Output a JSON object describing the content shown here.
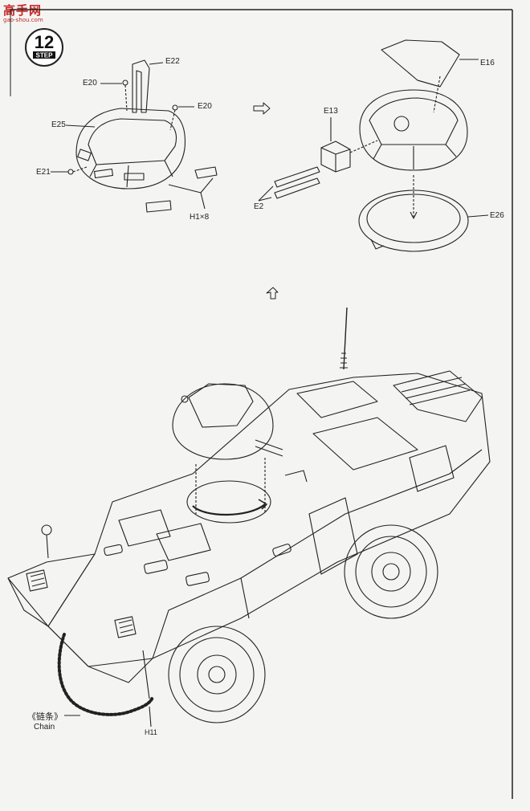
{
  "watermark": {
    "text": "高手网",
    "url": "gao-shou.com"
  },
  "step": {
    "number": "12",
    "label": "STEP"
  },
  "parts": {
    "e22": "E22",
    "e20a": "E20",
    "e20b": "E20",
    "e25": "E25",
    "e21": "E21",
    "h1x8": "H1×8",
    "e16": "E16",
    "e13": "E13",
    "e2": "E2",
    "e26": "E26",
    "h11": "H11"
  },
  "chain": {
    "cn": "《链条》",
    "en": "Chain"
  }
}
